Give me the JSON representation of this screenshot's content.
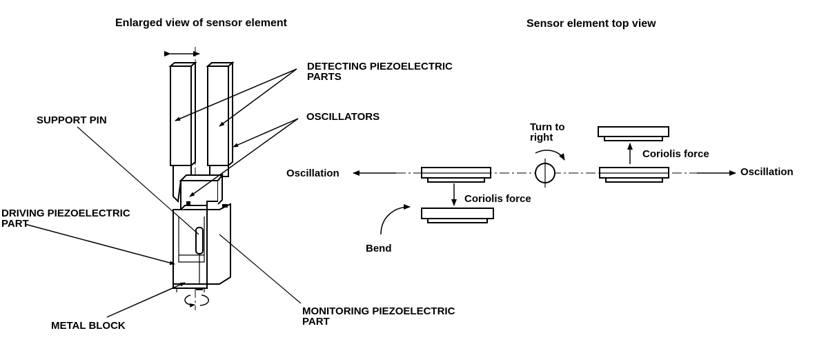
{
  "titles": {
    "left": "Enlarged view of sensor element",
    "right": "Sensor element top view"
  },
  "left_labels": {
    "detecting_line1": "DETECTING PIEZOELECTRIC",
    "detecting_line2": "PARTS",
    "oscillators": "OSCILLATORS",
    "support_pin": "SUPPORT PIN",
    "driving_line1": "DRIVING PIEZOELECTRIC",
    "driving_line2": "PART",
    "metal_block": "METAL BLOCK",
    "monitoring_line1": "MONITORING PIEZOELECTRIC",
    "monitoring_line2": "PART"
  },
  "right_labels": {
    "oscillation_left": "Oscillation",
    "oscillation_right": "Oscillation",
    "coriolis_lower": "Coriolis force",
    "coriolis_upper": "Coriolis force",
    "turn_line1": "Turn to",
    "turn_line2": "right",
    "bend": "Bend"
  }
}
